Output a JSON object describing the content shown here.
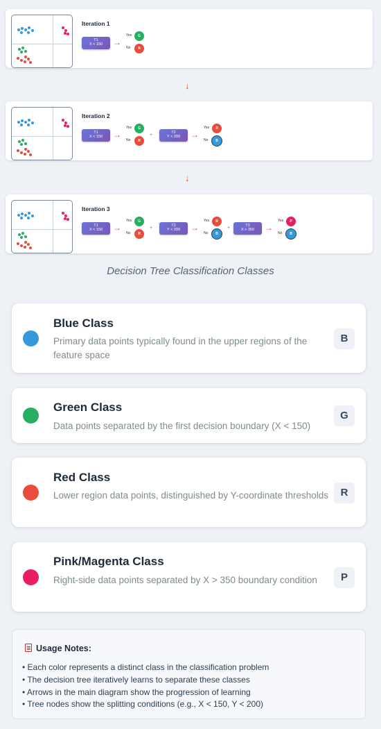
{
  "iterations": [
    {
      "title": "Iteration 1",
      "trees": [
        {
          "name": "T1",
          "condition": "X < 150",
          "yes": "G",
          "no": "R"
        }
      ]
    },
    {
      "title": "Iteration 2",
      "trees": [
        {
          "name": "T1",
          "condition": "X < 150",
          "yes": "G",
          "no": "R"
        },
        {
          "name": "T2",
          "condition": "Y < 200",
          "yes": "R",
          "no": "B"
        }
      ]
    },
    {
      "title": "Iteration 3",
      "trees": [
        {
          "name": "T1",
          "condition": "X < 150",
          "yes": "G",
          "no": "R"
        },
        {
          "name": "T2",
          "condition": "Y < 200",
          "yes": "R",
          "no": "B"
        },
        {
          "name": "T3",
          "condition": "X > 350",
          "yes": "P",
          "no": "B"
        }
      ]
    }
  ],
  "branch_labels": {
    "yes": "Yes",
    "no": "No"
  },
  "flow": {
    "arrow": "→",
    "down_arrow": "↓",
    "plus": "+"
  },
  "legend": {
    "title": "Decision Tree Classification Classes",
    "classes": [
      {
        "name": "Blue Class",
        "description": "Primary data points typically found in the upper regions of the feature space",
        "badge": "B",
        "color": "#3498db"
      },
      {
        "name": "Green Class",
        "description": "Data points separated by the first decision boundary (X < 150)",
        "badge": "G",
        "color": "#27ae60"
      },
      {
        "name": "Red Class",
        "description": "Lower region data points, distinguished by Y-coordinate thresholds",
        "badge": "R",
        "color": "#e74c3c"
      },
      {
        "name": "Pink/Magenta Class",
        "description": "Right-side data points separated by X > 350 boundary condition",
        "badge": "P",
        "color": "#e91e63"
      }
    ]
  },
  "notes": {
    "icon": "clipboard-icon",
    "title": "Usage Notes:",
    "items": [
      "Each color represents a distinct class in the classification problem",
      "The decision tree iteratively learns to separate these classes",
      "Arrows in the main diagram show the progression of learning",
      "Tree nodes show the splitting conditions (e.g., X < 150, Y < 200)"
    ]
  }
}
